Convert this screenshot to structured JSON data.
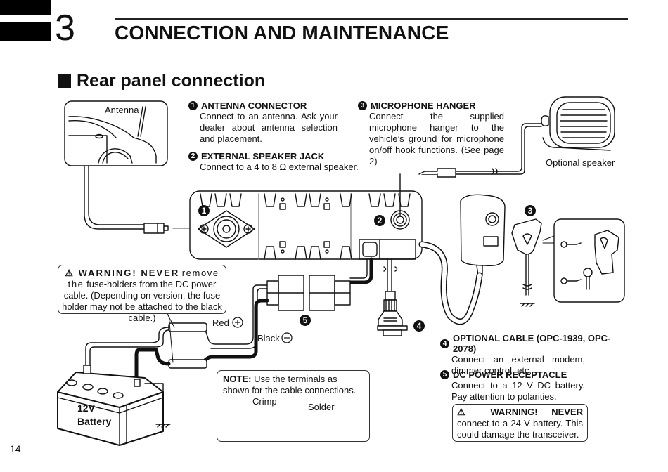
{
  "header": {
    "chapter_number": "3",
    "chapter_title": "CONNECTION AND MAINTENANCE"
  },
  "section": {
    "title": "Rear panel connection"
  },
  "items": [
    {
      "num": "1",
      "title": "ANTENNA CONNECTOR",
      "body": "Connect to an antenna. Ask your dealer about antenna selection and placement."
    },
    {
      "num": "2",
      "title": "EXTERNAL SPEAKER JACK",
      "body": "Connect to a 4 to 8 Ω external speaker."
    },
    {
      "num": "3",
      "title": "MICROPHONE HANGER",
      "body": "Connect the supplied microphone hanger to the vehicle’s ground for microphone on/off hook functions. (See page 2)"
    },
    {
      "num": "4",
      "title": "OPTIONAL CABLE (OPC-1939, OPC-2078)",
      "body": "Connect an external modem, dimmer control, etc."
    },
    {
      "num": "5",
      "title": "DC POWER RECEPTACLE",
      "body": "Connect to a 12 V DC battery. Pay attention to polarities."
    }
  ],
  "warnings": {
    "fuse": {
      "icon": "warning-triangle-icon",
      "label": "⚠ WARNING! NEVER",
      "text_first": "remove the",
      "text_rest": "fuse-holders from the DC power cable. (Depending on version, the fuse holder may not be attached to the black cable.)"
    },
    "battery": {
      "icon": "warning-triangle-icon",
      "label": "⚠ WARNING! NEVER",
      "text": "connect to a 24 V battery. This could damage the transceiver."
    }
  },
  "note": {
    "label": "NOTE:",
    "text": "Use the terminals as shown for the cable connections.",
    "crimp_label": "Crimp",
    "solder_label": "Solder"
  },
  "diagram_labels": {
    "antenna": "Antenna",
    "optional_speaker": "Optional speaker",
    "red": "Red",
    "black": "Black",
    "battery_voltage": "12V",
    "battery": "Battery",
    "callout_1": "1",
    "callout_2": "2",
    "callout_3": "3",
    "callout_4": "4",
    "callout_5": "5"
  },
  "footer": {
    "page_number": "14"
  }
}
